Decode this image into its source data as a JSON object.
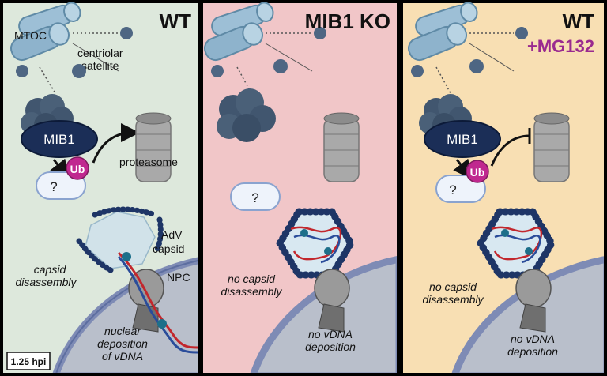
{
  "panels": [
    {
      "title": "WT",
      "subtitle": ""
    },
    {
      "title": "MIB1 KO",
      "subtitle": ""
    },
    {
      "title": "WT",
      "subtitle": "+MG132"
    }
  ],
  "labels": {
    "mtoc": "MTOC",
    "centriolar_satellite_1": "centriolar",
    "centriolar_satellite_2": "satellite",
    "mib1": "MIB1",
    "ub": "Ub",
    "unknown": "?",
    "proteasome": "proteasome",
    "adv_1": "AdV",
    "adv_2": "capsid",
    "npc": "NPC",
    "capsid_disassembly_1": "capsid",
    "capsid_disassembly_2": "disassembly",
    "nuclear_dep_1": "nuclear",
    "nuclear_dep_2": "deposition",
    "nuclear_dep_3": "of vDNA",
    "no_capsid_1": "no capsid",
    "no_capsid_2": "disassembly",
    "no_vdna_1": "no vDNA",
    "no_vdna_2": "deposition",
    "timepoint": "1.25 hpi"
  },
  "colors": {
    "panel1_bg": "#dde8dc",
    "panel2_bg": "#f1c6c8",
    "panel3_bg": "#f8dfb3",
    "mib1_fill": "#1b2e57",
    "ub_fill": "#c0288f",
    "mg132_text": "#9a2a8f",
    "capsid_bead": "#1e3566",
    "nucleus": "#b9bfcb"
  }
}
